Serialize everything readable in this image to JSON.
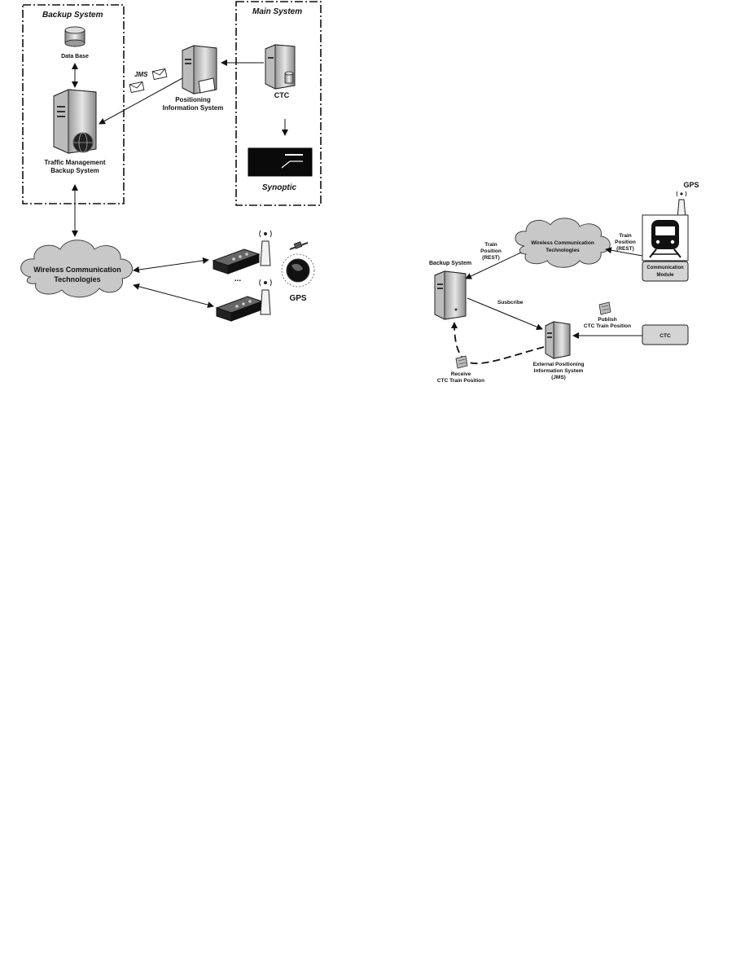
{
  "left_diagram": {
    "backup_system_title": "Backup System",
    "main_system_title": "Main System",
    "data_base_label": "Data Base",
    "jms_label": "JMS",
    "positioning_label_line1": "Positioning",
    "positioning_label_line2": "Information System",
    "ctc_label": "CTC",
    "tm_label_line1": "Traffic Management",
    "tm_label_line2": "Backup System",
    "synoptic_label": "Synoptic",
    "wireless_line1": "Wireless Communication",
    "wireless_line2": "Technologies",
    "ellipsis": "...",
    "gps_label": "GPS"
  },
  "right_diagram": {
    "gps_label": "GPS",
    "wireless_line1": "Wireless Communication",
    "wireless_line2": "Technologies",
    "train_pos_left_line1": "Train",
    "train_pos_left_line2": "Position",
    "train_pos_left_line3": "(REST)",
    "train_pos_right_line1": "Train",
    "train_pos_right_line2": "Position",
    "train_pos_right_line3": "(REST)",
    "comm_module_line1": "Communication",
    "comm_module_line2": "Module",
    "backup_system_label": "Backup System",
    "subscribe_label": "Susbcribe",
    "publish_line1": "Publish",
    "publish_line2": "CTC Train Position",
    "ctc_label": "CTC",
    "external_line1": "External Positioning",
    "external_line2": "Information System",
    "external_line3": "(JMS)",
    "receive_line1": "Receive",
    "receive_line2": "CTC Train Position"
  },
  "colors": {
    "cloud_fill": "#c8c8c8",
    "server_fill": "#d9d9d9",
    "dark": "#111111"
  }
}
